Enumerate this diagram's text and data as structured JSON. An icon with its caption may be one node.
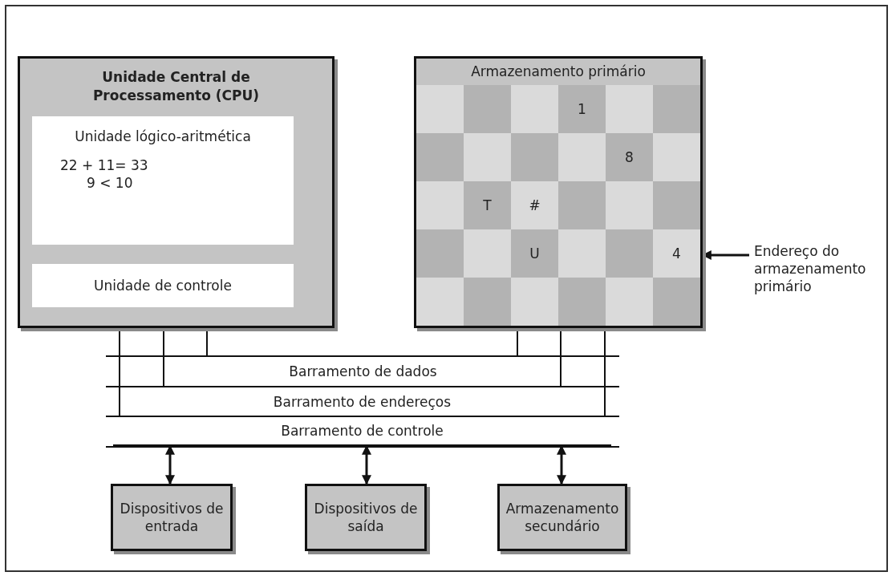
{
  "diagram": {
    "nodes": [
      {
        "text": [
          "Unidade Central de Processamento (CPU)"
        ]
      },
      {
        "text": [
          "Unidade lógico-aritmética",
          "22 + 11= 33",
          "9 < 10"
        ],
        "in": 0
      },
      {
        "text": [
          "Unidade de controle"
        ],
        "in": 0
      },
      {
        "text": [
          "Armazenamento primário"
        ]
      },
      {
        "text": [
          "1"
        ],
        "in": 3
      },
      {
        "text": [
          "8"
        ],
        "in": 3
      },
      {
        "text": [
          "T"
        ],
        "in": 3
      },
      {
        "text": [
          "#"
        ],
        "in": 3
      },
      {
        "text": [
          "U"
        ],
        "in": 3
      },
      {
        "text": [
          "4"
        ],
        "in": 3
      },
      {
        "text": [
          "Endereço do armazenamento primário"
        ]
      },
      {
        "text": [
          "Barramento de dados"
        ]
      },
      {
        "text": [
          "Barramento de endereços"
        ]
      },
      {
        "text": [
          "Barramento de controle"
        ]
      },
      {
        "text": [
          "Dispositivos de entrada"
        ]
      },
      {
        "text": [
          "Dispositivos de saída"
        ]
      },
      {
        "text": [
          "Armazenamento secundário"
        ]
      }
    ],
    "edges": [
      {
        "from": 0,
        "to": 11,
        "arrow": "none"
      },
      {
        "from": 0,
        "to": 12,
        "arrow": "none"
      },
      {
        "from": 0,
        "to": 13,
        "arrow": "none"
      },
      {
        "from": 3,
        "to": 11,
        "arrow": "none"
      },
      {
        "from": 3,
        "to": 12,
        "arrow": "none"
      },
      {
        "from": 3,
        "to": 13,
        "arrow": "none"
      },
      {
        "from": 13,
        "to": 14,
        "arrow": "both"
      },
      {
        "from": 13,
        "to": 15,
        "arrow": "both"
      },
      {
        "from": 13,
        "to": 16,
        "arrow": "both"
      },
      {
        "from": 10,
        "to": 9,
        "arrow": "to"
      }
    ]
  }
}
